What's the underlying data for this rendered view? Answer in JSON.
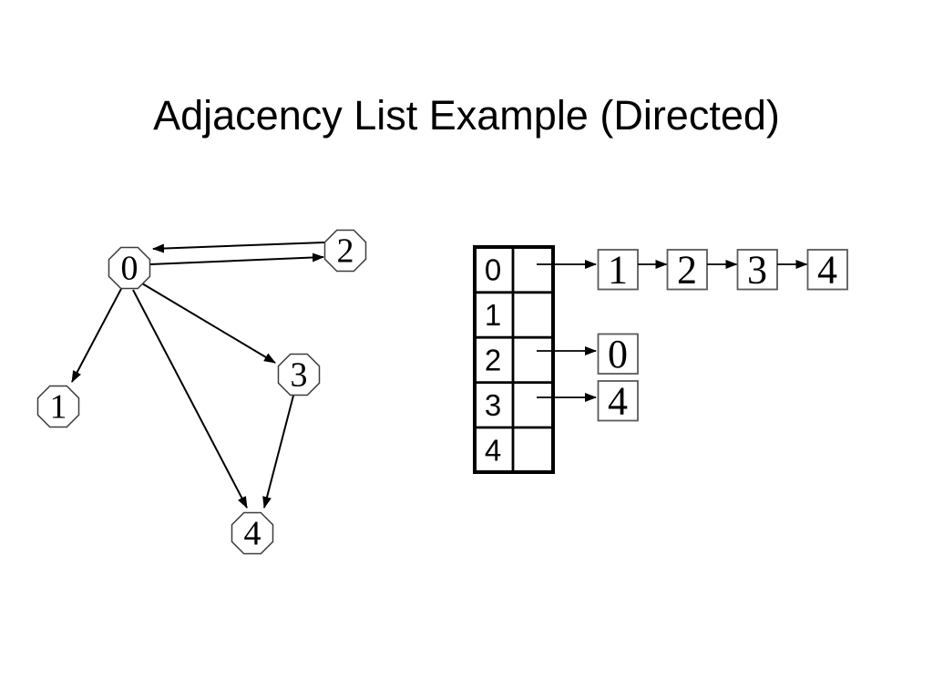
{
  "title": "Adjacency List Example (Directed)",
  "colors": {
    "background": "#ffffff",
    "ink": "#000000",
    "node_outline": "#3d3d3d",
    "list_box_border": "#5a5a5a"
  },
  "graph": {
    "node_shape": "octagon",
    "nodes": [
      {
        "id": "0",
        "label": "0"
      },
      {
        "id": "1",
        "label": "1"
      },
      {
        "id": "2",
        "label": "2"
      },
      {
        "id": "3",
        "label": "3"
      },
      {
        "id": "4",
        "label": "4"
      }
    ],
    "edges": [
      {
        "from": "0",
        "to": "2"
      },
      {
        "from": "2",
        "to": "0"
      },
      {
        "from": "0",
        "to": "1"
      },
      {
        "from": "0",
        "to": "3"
      },
      {
        "from": "0",
        "to": "4"
      },
      {
        "from": "3",
        "to": "4"
      }
    ]
  },
  "adjacency_list": {
    "rows": [
      {
        "index": "0",
        "targets": [
          "1",
          "2",
          "3",
          "4"
        ]
      },
      {
        "index": "1",
        "targets": []
      },
      {
        "index": "2",
        "targets": [
          "0"
        ]
      },
      {
        "index": "3",
        "targets": [
          "4"
        ]
      },
      {
        "index": "4",
        "targets": []
      }
    ]
  }
}
